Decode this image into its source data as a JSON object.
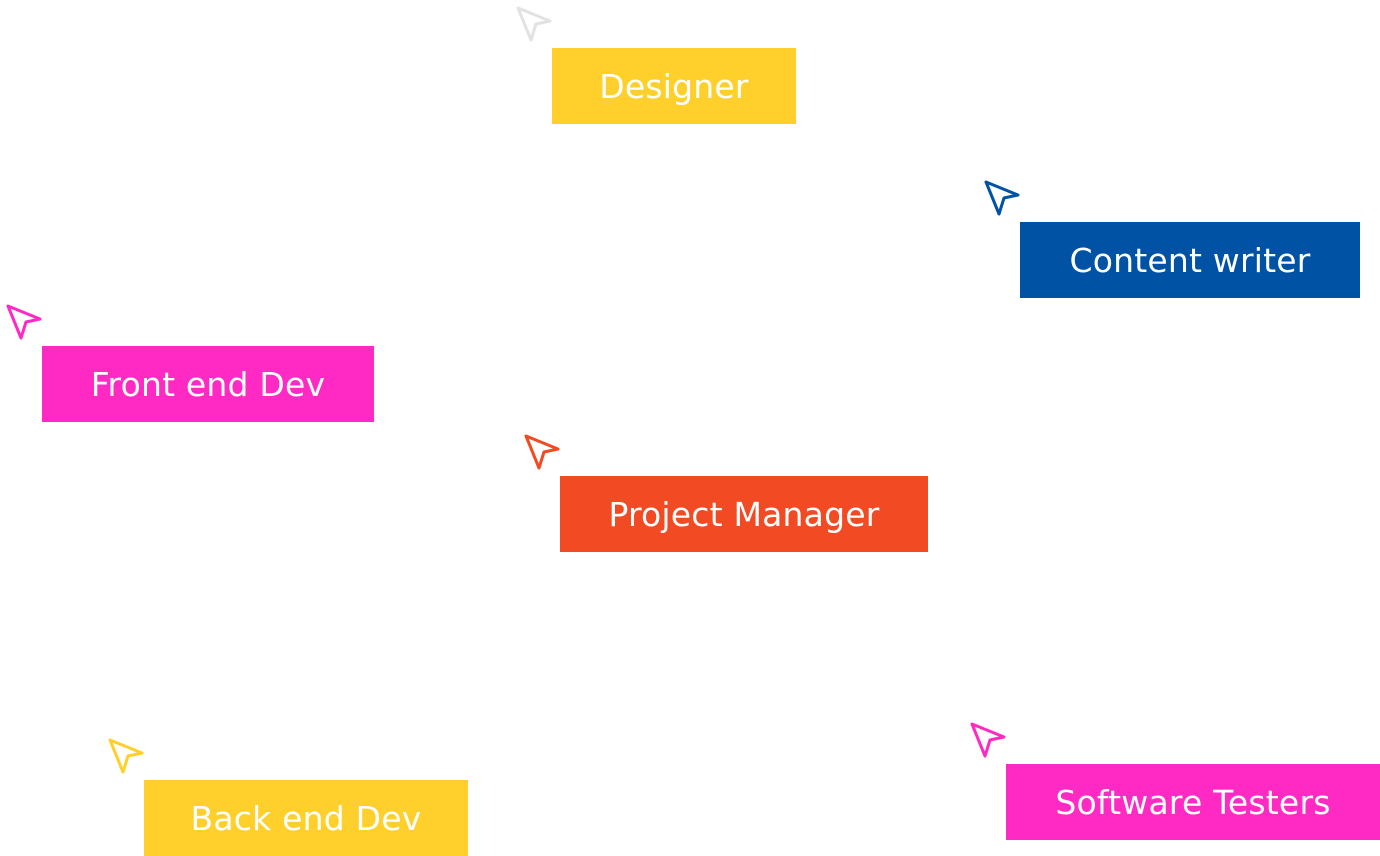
{
  "colors": {
    "yellow": "#FFD02B",
    "blue": "#0052A5",
    "magenta": "#FF2AC4",
    "orange": "#F24A22",
    "light_gray": "#E2E2E2"
  },
  "tags": {
    "designer": {
      "label": "Designer",
      "bg": "#FFD02B",
      "cursor_color": "#E2E2E2",
      "cursor_icon": "cursor-arrow-icon"
    },
    "content_writer": {
      "label": "Content writer",
      "bg": "#0052A5",
      "cursor_color": "#0052A5",
      "cursor_icon": "cursor-arrow-icon"
    },
    "front_end_dev": {
      "label": "Front end Dev",
      "bg": "#FF2AC4",
      "cursor_color": "#FF2AC4",
      "cursor_icon": "cursor-arrow-icon"
    },
    "project_manager": {
      "label": "Project Manager",
      "bg": "#F24A22",
      "cursor_color": "#F24A22",
      "cursor_icon": "cursor-arrow-icon"
    },
    "back_end_dev": {
      "label": "Back end Dev",
      "bg": "#FFD02B",
      "cursor_color": "#FFD02B",
      "cursor_icon": "cursor-arrow-icon"
    },
    "software_testers": {
      "label": "Software Testers",
      "bg": "#FF2AC4",
      "cursor_color": "#FF2AC4",
      "cursor_icon": "cursor-arrow-icon"
    }
  }
}
